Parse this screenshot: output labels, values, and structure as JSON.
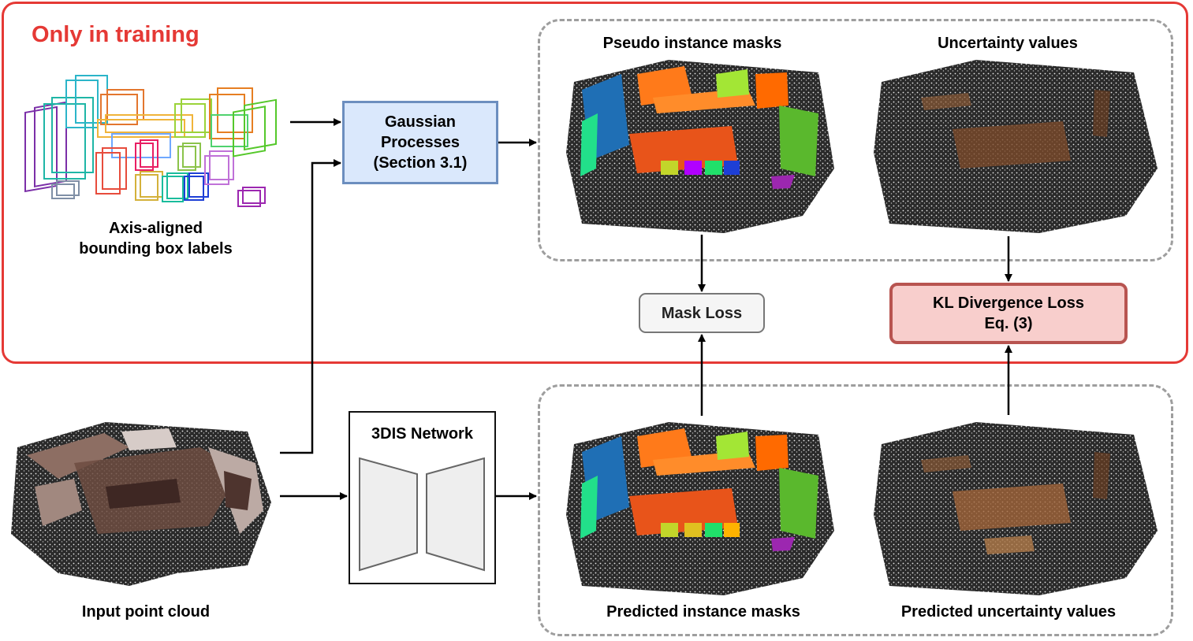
{
  "training_region": {
    "label": "Only in training"
  },
  "labels": {
    "bbox_labels": "Axis-aligned\nbounding box labels",
    "input_cloud": "Input point cloud",
    "pseudo_masks": "Pseudo instance masks",
    "uncertainty": "Uncertainty values",
    "pred_masks": "Predicted instance masks",
    "pred_uncertainty": "Predicted uncertainty values"
  },
  "nodes": {
    "gaussian": "Gaussian\nProcesses\n(Section 3.1)",
    "mask_loss": "Mask Loss",
    "kl_loss": "KL Divergence Loss\nEq. (3)",
    "network": "3DIS Network"
  },
  "colors": {
    "training_border": "#e53935",
    "gp_fill": "#dae8fc",
    "gp_border": "#6c8ebf",
    "kl_fill": "#f8cecc",
    "kl_border": "#b85450",
    "mask_fill": "#f5f5f5",
    "dashed_border": "#9e9e9e"
  }
}
